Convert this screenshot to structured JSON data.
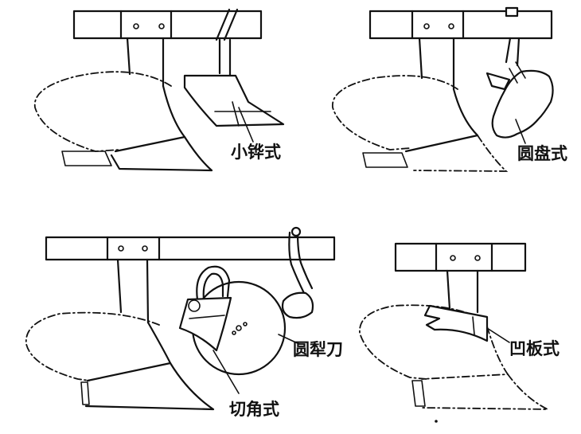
{
  "labels": {
    "small_share": "小铧式",
    "disc": "圆盘式",
    "round_coulter": "圆犁刀",
    "corner_cut": "切角式",
    "concave_plate": "凹板式"
  }
}
